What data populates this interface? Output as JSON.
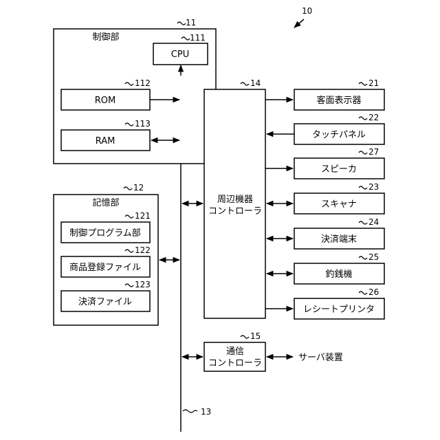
{
  "figure_ref": "10",
  "bus_ref": "13",
  "control_unit": {
    "title": "制御部",
    "ref": "11",
    "cpu": {
      "label": "CPU",
      "ref": "111"
    },
    "rom": {
      "label": "ROM",
      "ref": "112"
    },
    "ram": {
      "label": "RAM",
      "ref": "113"
    }
  },
  "storage_unit": {
    "title": "記憶部",
    "ref": "12",
    "program": {
      "label": "制御プログラム部",
      "ref": "121"
    },
    "product_file": {
      "label": "商品登録ファイル",
      "ref": "122"
    },
    "payment_file": {
      "label": "決済ファイル",
      "ref": "123"
    }
  },
  "peripheral_controller": {
    "label_line1": "周辺機器",
    "label_line2": "コントローラ",
    "ref": "14"
  },
  "comm_controller": {
    "label_line1": "通信",
    "label_line2": "コントローラ",
    "ref": "15"
  },
  "server": {
    "label": "サーバ装置"
  },
  "devices": [
    {
      "label": "客面表示器",
      "ref": "21"
    },
    {
      "label": "タッチパネル",
      "ref": "22"
    },
    {
      "label": "スピーカ",
      "ref": "27"
    },
    {
      "label": "スキャナ",
      "ref": "23"
    },
    {
      "label": "決済端末",
      "ref": "24"
    },
    {
      "label": "釣銭機",
      "ref": "25"
    },
    {
      "label": "レシートプリンタ",
      "ref": "26"
    }
  ]
}
